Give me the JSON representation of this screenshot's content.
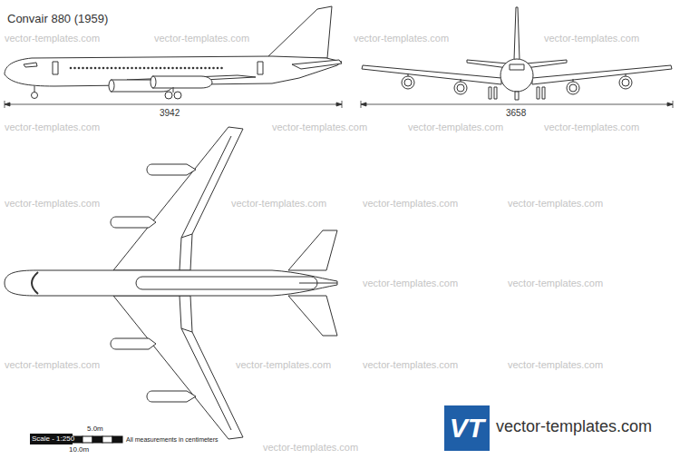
{
  "diagram": {
    "title": "Convair 880 (1959)",
    "labels": [
      "3942",
      "3658",
      "vector-templates.com",
      "vector-templates.com",
      "vector-templates.com",
      "vector-templates.com",
      "vector-templates.com",
      "vector-templates.com",
      "vector-templates.com",
      "vector-templates.com",
      "vector-templates.com",
      "vector-templates.com",
      "vector-templates.com",
      "vector-templates.com",
      "vector-templates.com",
      "vector-templates.com",
      "vector-templates.com",
      "vector-templates.com",
      "vector-templates.com",
      "vector-templates.com",
      "vector-templates.com",
      "5.0m",
      "Scale - 1:250",
      "10.0m",
      "All measurements in centimeters",
      "VT",
      "vector-templates.com"
    ]
  }
}
